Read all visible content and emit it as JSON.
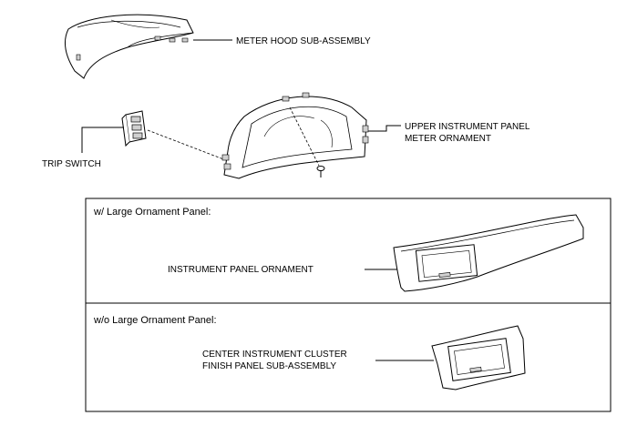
{
  "labels": {
    "meter_hood": "METER HOOD SUB-ASSEMBLY",
    "upper_ornament_line1": "UPPER INSTRUMENT PANEL",
    "upper_ornament_line2": "METER ORNAMENT",
    "trip_switch": "TRIP SWITCH",
    "instrument_panel_ornament": "INSTRUMENT PANEL ORNAMENT",
    "center_cluster_line1": "CENTER INSTRUMENT CLUSTER",
    "center_cluster_line2": "FINISH PANEL SUB-ASSEMBLY"
  },
  "sections": {
    "large_panel_header": "w/ Large Ornament Panel:",
    "no_large_panel_header": "w/o Large Ornament Panel:"
  },
  "colors": {
    "line": "#000000",
    "part_fill": "#ffffff",
    "shade": "#d0d0d0"
  }
}
